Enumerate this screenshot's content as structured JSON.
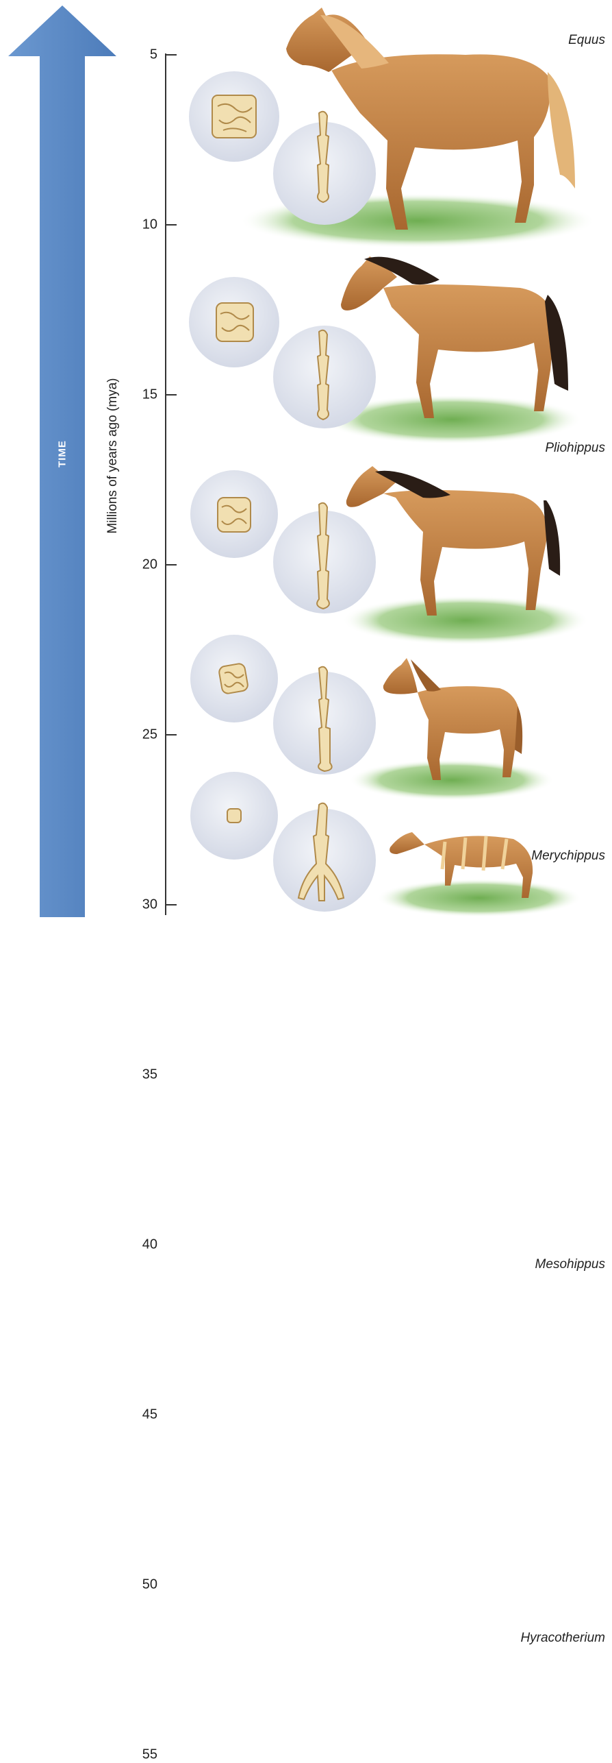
{
  "arrow": {
    "label": "TIME",
    "color": "#5b8ac6"
  },
  "axis": {
    "title": "Millions of years ago (mya)",
    "ticks": [
      5,
      10,
      15,
      20,
      25,
      30,
      35,
      40,
      45,
      50,
      55
    ]
  },
  "species": [
    {
      "name": "Equus",
      "mya": 5
    },
    {
      "name": "Pliohippus",
      "mya": 17
    },
    {
      "name": "Merychippus",
      "mya": 29
    },
    {
      "name": "Mesohippus",
      "mya": 41
    },
    {
      "name": "Hyracotherium",
      "mya": 52
    }
  ],
  "colors": {
    "coat": "#c8874a",
    "mane_dark": "#2a1d16",
    "bone": "#f1dfb1",
    "circle": "#dde1ec",
    "grass": "#7bb85d"
  }
}
